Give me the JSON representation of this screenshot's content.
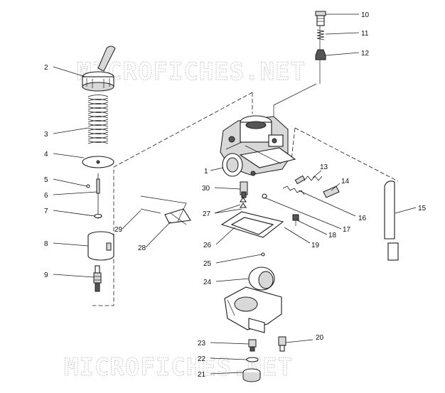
{
  "watermark": {
    "top": "MICROFICHES.NET",
    "bottom": "MICROFICHES.NET"
  },
  "callouts": [
    {
      "id": "1",
      "label": "1"
    },
    {
      "id": "2",
      "label": "2"
    },
    {
      "id": "3",
      "label": "3"
    },
    {
      "id": "4",
      "label": "4"
    },
    {
      "id": "5",
      "label": "5"
    },
    {
      "id": "6",
      "label": "6"
    },
    {
      "id": "7",
      "label": "7"
    },
    {
      "id": "8",
      "label": "8"
    },
    {
      "id": "9",
      "label": "9"
    },
    {
      "id": "10",
      "label": "10"
    },
    {
      "id": "11",
      "label": "11"
    },
    {
      "id": "12",
      "label": "12"
    },
    {
      "id": "13",
      "label": "13"
    },
    {
      "id": "14",
      "label": "14"
    },
    {
      "id": "15",
      "label": "15"
    },
    {
      "id": "16",
      "label": "16"
    },
    {
      "id": "17",
      "label": "17"
    },
    {
      "id": "18",
      "label": "18"
    },
    {
      "id": "19",
      "label": "19"
    },
    {
      "id": "20",
      "label": "20"
    },
    {
      "id": "21",
      "label": "21"
    },
    {
      "id": "22",
      "label": "22"
    },
    {
      "id": "23",
      "label": "23"
    },
    {
      "id": "24",
      "label": "24"
    },
    {
      "id": "25",
      "label": "25"
    },
    {
      "id": "26",
      "label": "26"
    },
    {
      "id": "27",
      "label": "27"
    },
    {
      "id": "28",
      "label": "28"
    },
    {
      "id": "29",
      "label": "29"
    },
    {
      "id": "30",
      "label": "30"
    }
  ]
}
